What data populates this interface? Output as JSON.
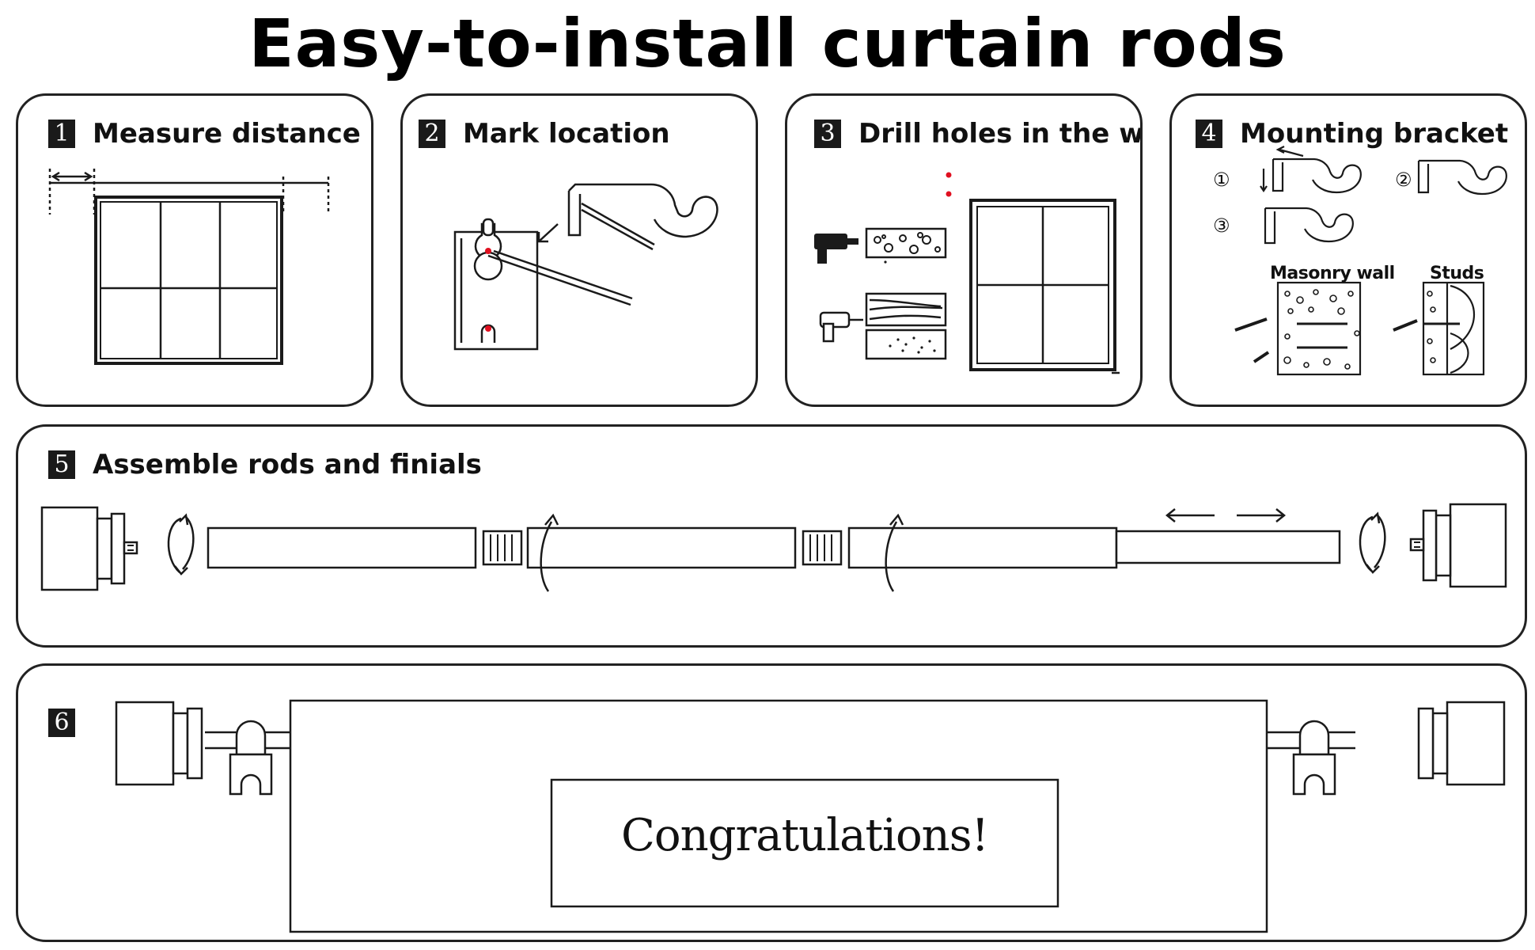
{
  "title": "Easy-to-install curtain rods",
  "steps": [
    {
      "number": "1",
      "label": "Measure distance"
    },
    {
      "number": "2",
      "label": "Mark location"
    },
    {
      "number": "3",
      "label": "Drill holes in the wall"
    },
    {
      "number": "4",
      "label": "Mounting bracket"
    },
    {
      "number": "5",
      "label": "Assemble rods and finials"
    },
    {
      "number": "6",
      "label": ""
    }
  ],
  "mounting": {
    "sub_steps": [
      "①",
      "②",
      "③"
    ],
    "masonry_label": "Masonry wall",
    "studs_label": "Studs"
  },
  "rod_dots": "......",
  "congrats": "Congratulations!",
  "colors": {
    "line": "#1a1a1a",
    "mark": "#e01020",
    "background": "#ffffff"
  }
}
